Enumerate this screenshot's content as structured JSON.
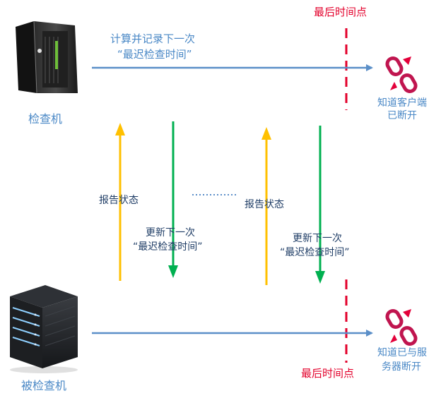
{
  "labels": {
    "deadline_top": "最后时间点",
    "deadline_bottom": "最后时间点",
    "compute_line1": "计算并记录下一次",
    "compute_line2": "“最迟检查时间”",
    "checker": "检查机",
    "checked": "被检查机",
    "client_disc_line1": "知道客户端",
    "client_disc_line2": "已断开",
    "server_disc_line1": "知道已与服",
    "server_disc_line2": "务器断开",
    "report1": "报告状态",
    "report2": "报告状态",
    "update1_line1": "更新下一次",
    "update1_line2": "“最迟检查时间”",
    "update2_line1": "更新下一次",
    "update2_line2": "“最迟检查时间”"
  },
  "colors": {
    "blue_arrow": "#5b8fc8",
    "blue_text": "#4a88c6",
    "red": "#e3002b",
    "orange": "#ffc000",
    "green": "#00b050",
    "pink": "#c0154f",
    "dark_text": "#1f3d66"
  },
  "icons": {
    "checker_machine": "server-tower-icon",
    "checked_machine": "server-rack-icon",
    "disconnect": "broken-link-icon"
  }
}
